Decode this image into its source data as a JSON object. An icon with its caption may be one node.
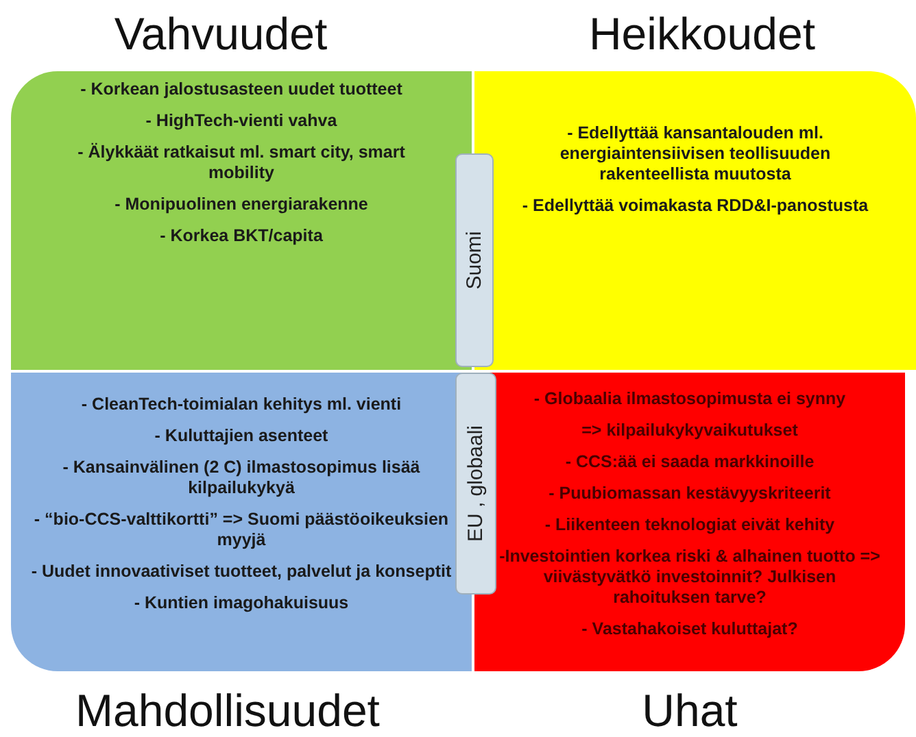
{
  "diagram": {
    "nodes": [
      {
        "text": [
          "Vahvuudet",
          "- Korkean jalostusasteen uudet tuotteet",
          "- HighTech-vienti vahva",
          "- Älykkäät ratkaisut ml. smart city, smart mobility",
          "- Monipuolinen energiarakenne",
          "- Korkea BKT/capita"
        ]
      },
      {
        "text": [
          "Heikkoudet",
          "- Edellyttää  kansantalouden ml. energiaintensiivisen teollisuuden rakenteellista muutosta",
          "- Edellyttää voimakasta RDD&I-panostusta"
        ]
      },
      {
        "text": [
          "- CleanTech-toimialan kehitys ml. vienti",
          "- Kuluttajien asenteet",
          "- Kansainvälinen (2 C) ilmastosopimus lisää kilpailukykyä",
          "- “bio-CCS-valttikortti” => Suomi päästöoikeuksien myyjä",
          "- Uudet innovaativiset tuotteet, palvelut ja konseptit",
          "- Kuntien imagohakuisuus",
          "Mahdollisuudet"
        ]
      },
      {
        "text": [
          "- Globaalia ilmastosopimusta ei synny",
          "=> kilpailukykyvaikutukset",
          "- CCS:ää ei saada markkinoille",
          "- Puubiomassan kestävyyskriteerit",
          "- Liikenteen teknologiat eivät kehity",
          "-Investointien korkea riski & alhainen tuotto => viivästyvätkö investoinnit? Julkisen rahoituksen tarve?",
          "- Vastahakoiset kuluttajat?",
          "Uhat"
        ]
      },
      {
        "text": [
          "Suomi"
        ]
      },
      {
        "text": [
          "EU , globaali"
        ]
      }
    ]
  }
}
